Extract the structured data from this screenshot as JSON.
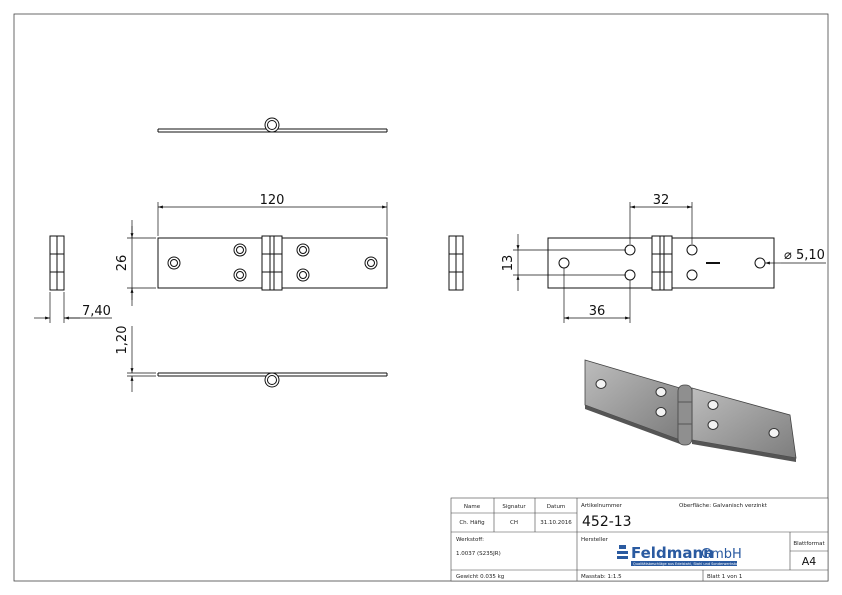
{
  "dimensions": {
    "length": "120",
    "height": "26",
    "thickness_side": "7,40",
    "thickness": "1,20",
    "hole_pitch": "32",
    "hole_vertical": "13",
    "hole_offset": "36",
    "hole_diameter": "⌀ 5,10"
  },
  "title_block": {
    "col_name": "Name",
    "col_signatur": "Signatur",
    "col_datum": "Datum",
    "name": "Ch. Häfig",
    "signatur": "CH",
    "datum": "31.10.2016",
    "artikelnummer_label": "Artikelnummer",
    "artikelnummer": "452-13",
    "oberflaeche": "Oberfläche: Galvanisch verzinkt",
    "werkstoff_label": "Werkstoff:",
    "werkstoff": "1.0037 (S235JR)",
    "hersteller_label": "Hersteller",
    "brand_name": "Feldmann",
    "brand_suffix": "GmbH",
    "brand_tagline": "Qualitätsbeschläge aus Edelstahl, Stahl und Sonderwerkstoffen",
    "blattformat_label": "Blattformat",
    "blattformat": "A4",
    "gewicht": "Gewicht 0.035 kg",
    "massstab": "Masstab: 1:1.5",
    "blatt": "Blatt 1 von 1"
  }
}
